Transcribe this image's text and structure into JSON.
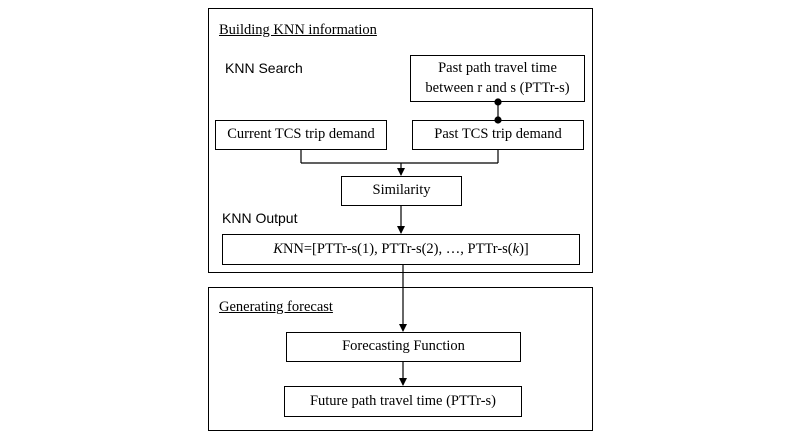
{
  "sections": {
    "building": {
      "title": "Building KNN information"
    },
    "generating": {
      "title": "Generating forecast"
    }
  },
  "labels": {
    "knn_search": "KNN Search",
    "knn_output": "KNN Output"
  },
  "boxes": {
    "past_path_line1": "Past path travel time",
    "past_path_line2": "between r and s (PTTr-s)",
    "current_demand": "Current TCS trip demand",
    "past_demand": "Past TCS trip demand",
    "similarity": "Similarity",
    "knn_formula": {
      "k1": "K",
      "mid": "NN=[PTTr-s(1), PTTr-s(2), …, PTTr-s(",
      "k2": "k",
      "end": ")]"
    },
    "forecasting_function": "Forecasting Function",
    "future_path": "Future path travel time (PTTr-s)"
  }
}
